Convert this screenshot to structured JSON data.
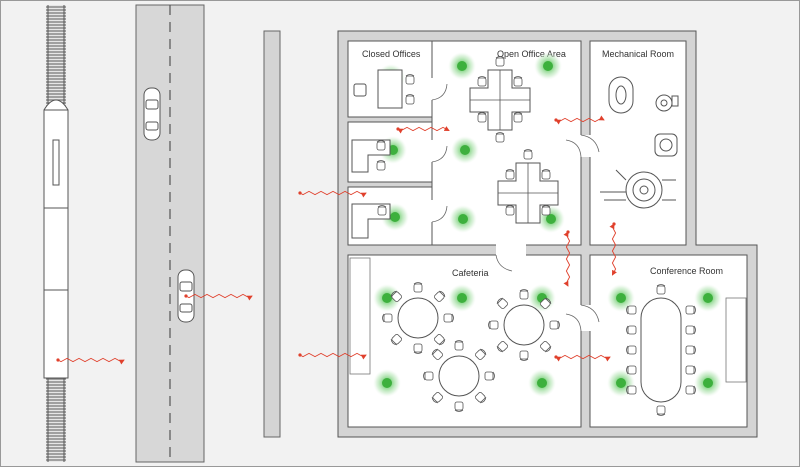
{
  "rooms": {
    "closed_offices": "Closed Offices",
    "open_office_area": "Open Office Area",
    "mechanical_room": "Mechanical Room",
    "cafeteria": "Cafeteria",
    "conference_room": "Conference Room"
  },
  "colors": {
    "background": "#f2f2f2",
    "wall_fill": "#d4d4d4",
    "floor": "#ffffff",
    "line": "#555555",
    "signal": "#e0402c",
    "green_glow": "#5cc85c"
  },
  "icons": {
    "train": "train-icon",
    "car": "car-icon",
    "chair": "chair-icon",
    "table": "table-icon",
    "desk": "desk-icon",
    "wifi_glow": "signal-glow-icon",
    "arrow": "wave-arrow-icon"
  }
}
